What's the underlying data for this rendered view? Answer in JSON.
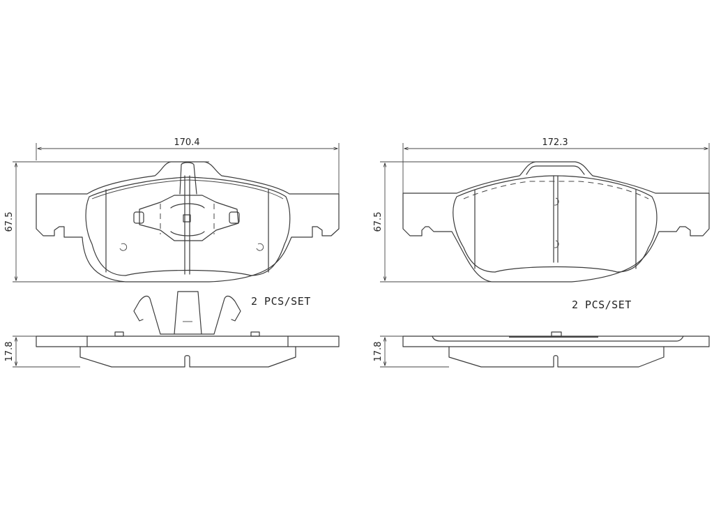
{
  "drawing": {
    "title": "Brake pad set technical drawing",
    "stroke_color": "#3a3a3a",
    "background": "#ffffff"
  },
  "left_pad": {
    "width_dim": "170.4",
    "height_dim": "67.5",
    "thickness_dim": "17.8",
    "quantity_label": "2  PCS/SET",
    "features": [
      "wear-sensor-clip",
      "center-slot",
      "anti-rattle-spring"
    ]
  },
  "right_pad": {
    "width_dim": "172.3",
    "height_dim": "67.5",
    "thickness_dim": "17.8",
    "quantity_label": "2  PCS/SET",
    "features": [
      "center-slot",
      "shim-outline-dashed"
    ]
  }
}
